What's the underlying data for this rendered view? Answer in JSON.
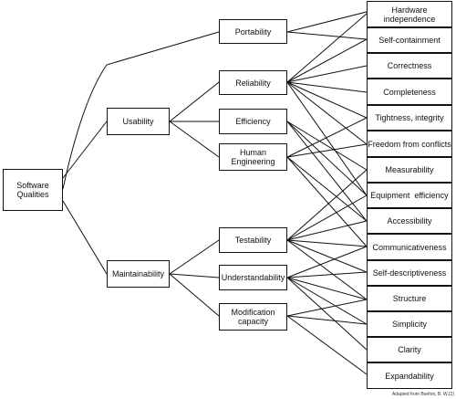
{
  "root": {
    "label": "Software\nQualities"
  },
  "level1": {
    "usability": "Usability",
    "maintainability": "Maintainability"
  },
  "level2": {
    "portability": "Portability",
    "reliability": "Reliability",
    "efficiency": "Efficiency",
    "human_engineering": "Human\nEngineering",
    "testability": "Testability",
    "understandability": "Understandability",
    "modification_capacity": "Modification\ncapacity"
  },
  "leaves": [
    "Hardware\nindependence",
    "Self-containment",
    "Correctness",
    "Completeness",
    "Tightness, integrity",
    "Freedom from conflicts",
    "Measurability",
    "Equipment  efficiency",
    "Accessibility",
    "Communicativeness",
    "Self-descriptiveness",
    "Structure",
    "Simplicity",
    "Clarity",
    "Expandability"
  ],
  "credit": "Adapted from Boehm, B. W.(2)"
}
